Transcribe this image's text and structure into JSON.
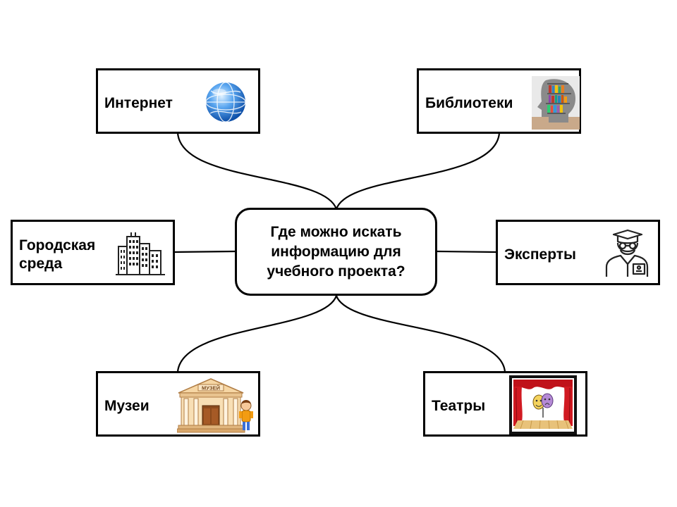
{
  "center": {
    "question": "Где можно искать\nинформацию для\nучебного проекта?"
  },
  "nodes": {
    "internet": {
      "label": "Интернет",
      "icon": "globe-icon"
    },
    "libraries": {
      "label": "Библиотеки",
      "icon": "head-bookshelf-icon"
    },
    "city": {
      "label": "Городская\nсреда",
      "icon": "city-buildings-icon"
    },
    "experts": {
      "label": "Эксперты",
      "icon": "expert-person-icon"
    },
    "museums": {
      "label": "Музеи",
      "icon": "museum-building-icon",
      "sign": "МУЗЕЙ"
    },
    "theaters": {
      "label": "Театры",
      "icon": "theater-stage-icon"
    }
  },
  "colors": {
    "line": "#000000",
    "border": "#000000",
    "background": "#ffffff"
  }
}
